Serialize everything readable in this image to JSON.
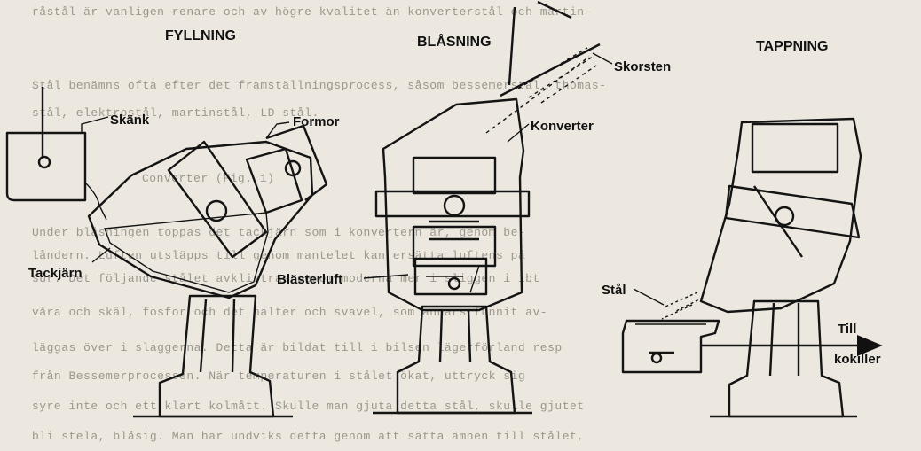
{
  "headings": {
    "filling": "FYLLNING",
    "blowing": "BLÅSNING",
    "tapping": "TAPPNING"
  },
  "labels": {
    "ladle": "Skänk",
    "tuyeres": "Formor",
    "chimney": "Skorsten",
    "converter": "Konverter",
    "pig_iron": "Tackjärn",
    "blast_air": "Blästerluft",
    "steel": "Stål",
    "to_moulds_line1": "Till",
    "to_moulds_line2": "kokiller"
  },
  "background_text": [
    "råstål är vanligen renare och av högre kvalitet än konverterstål och martin-",
    "Stål benämns ofta efter det framställningsprocess, såsom bessemerstål, thomas-",
    "stål, elektrostål, martinstål, LD-stål.",
    "Converter (Fig. 1)",
    "Under blåsningen toppas det tackjärn som i konvertern är, genom be-",
    "låndern. Luften utsläpps till genom mantelet kan ersätta luftens på",
    "sur. Det följande stålet avklistras genom moderna mer i sliggen i ibt",
    "våra och skäl, fosfor och det halter och svavel, som annars funnit av-",
    "läggas över i slaggerna. Detta är bildat till i bilsen lägerförland resp",
    "från Bessemerprocessen. När temperaturen i stålet ökat, uttryck sig",
    "syre inte och ett klart kolmått. Skulle man gjuta detta stål, skulle gjutet",
    "bli stela, blåsig. Man har undviks detta genom att sätta ämnen till stålet,"
  ]
}
